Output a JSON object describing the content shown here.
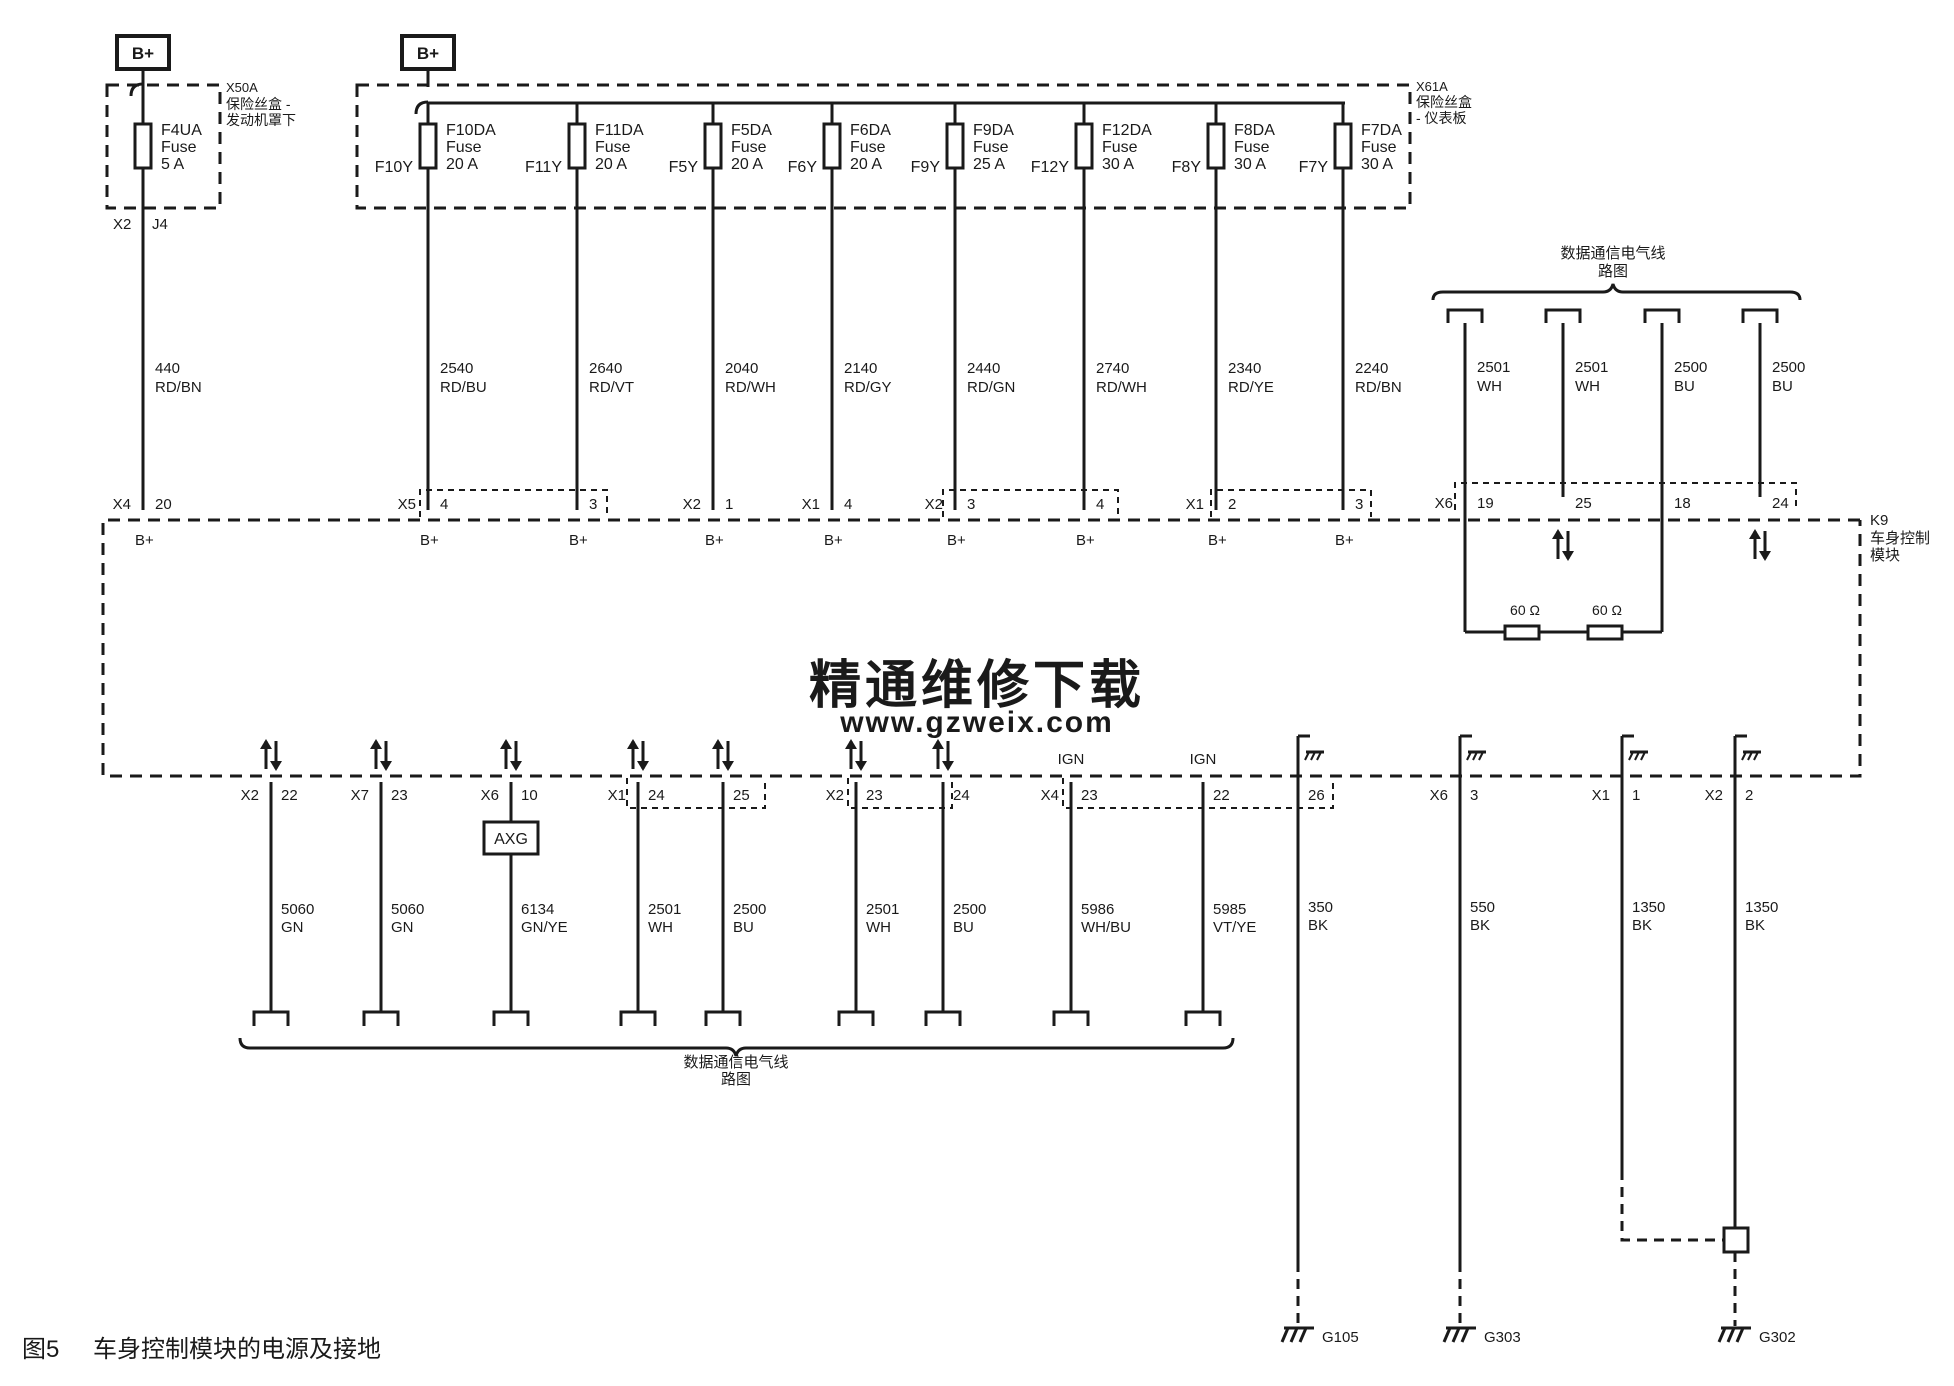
{
  "supplies": [
    {
      "label": "B+"
    },
    {
      "label": "B+"
    }
  ],
  "fuse_block_engine": {
    "name": "X50A",
    "desc1": "保险丝盒 -",
    "desc2": "发动机罩下"
  },
  "fuse_block_ip": {
    "name": "X61A",
    "desc1": "保险丝盒",
    "desc2": "- 仪表板"
  },
  "fuses": [
    {
      "name": "F4UA",
      "type": "Fuse",
      "rating": "5 A",
      "ylabel": "",
      "conn_top": "X2",
      "pin_top": "J4",
      "circuit": "440",
      "color": "RD/BN",
      "conn": "X4",
      "pin": "20",
      "mod_label": "B+"
    },
    {
      "name": "F10DA",
      "type": "Fuse",
      "rating": "20 A",
      "ylabel": "F10Y",
      "circuit": "2540",
      "color": "RD/BU",
      "conn": "X5",
      "pin": "4",
      "mod_label": "B+"
    },
    {
      "name": "F11DA",
      "type": "Fuse",
      "rating": "20 A",
      "ylabel": "F11Y",
      "circuit": "2640",
      "color": "RD/VT",
      "conn": "",
      "pin": "3",
      "mod_label": "B+"
    },
    {
      "name": "F5DA",
      "type": "Fuse",
      "rating": "20 A",
      "ylabel": "F5Y",
      "circuit": "2040",
      "color": "RD/WH",
      "conn": "X2",
      "pin": "1",
      "mod_label": "B+"
    },
    {
      "name": "F6DA",
      "type": "Fuse",
      "rating": "20 A",
      "ylabel": "F6Y",
      "circuit": "2140",
      "color": "RD/GY",
      "conn": "X1",
      "pin": "4",
      "mod_label": "B+"
    },
    {
      "name": "F9DA",
      "type": "Fuse",
      "rating": "25 A",
      "ylabel": "F9Y",
      "circuit": "2440",
      "color": "RD/GN",
      "conn": "X2",
      "pin": "3",
      "mod_label": "B+"
    },
    {
      "name": "F12DA",
      "type": "Fuse",
      "rating": "30 A",
      "ylabel": "F12Y",
      "circuit": "2740",
      "color": "RD/WH",
      "conn": "",
      "pin": "4",
      "mod_label": "B+"
    },
    {
      "name": "F8DA",
      "type": "Fuse",
      "rating": "30 A",
      "ylabel": "F8Y",
      "circuit": "2340",
      "color": "RD/YE",
      "conn": "X1",
      "pin": "2",
      "mod_label": "B+"
    },
    {
      "name": "F7DA",
      "type": "Fuse",
      "rating": "30 A",
      "ylabel": "F7Y",
      "circuit": "2240",
      "color": "RD/BN",
      "conn": "",
      "pin": "3",
      "mod_label": "B+"
    }
  ],
  "top_data_ref": {
    "line1": "数据通信电气线",
    "line2": "路图"
  },
  "top_data_lines": [
    {
      "circuit": "2501",
      "color": "WH",
      "conn": "X6",
      "pin": "19"
    },
    {
      "circuit": "2501",
      "color": "WH",
      "conn": "",
      "pin": "25"
    },
    {
      "circuit": "2500",
      "color": "BU",
      "conn": "",
      "pin": "18"
    },
    {
      "circuit": "2500",
      "color": "BU",
      "conn": "",
      "pin": "24"
    }
  ],
  "resistors": [
    {
      "label": "60 Ω"
    },
    {
      "label": "60 Ω"
    }
  ],
  "module": {
    "name": "K9",
    "desc1": "车身控制",
    "desc2": "模块"
  },
  "bottom_lines": [
    {
      "conn": "X2",
      "pin": "22",
      "circuit": "5060",
      "color": "GN",
      "sig": "arrows"
    },
    {
      "conn": "X7",
      "pin": "23",
      "circuit": "5060",
      "color": "GN",
      "sig": "arrows"
    },
    {
      "conn": "X6",
      "pin": "10",
      "circuit": "6134",
      "color": "GN/YE",
      "sig": "arrows"
    },
    {
      "conn": "X1",
      "pin": "24",
      "circuit": "2501",
      "color": "WH",
      "sig": "arrows"
    },
    {
      "conn": "",
      "pin": "25",
      "circuit": "2500",
      "color": "BU",
      "sig": "arrows"
    },
    {
      "conn": "X2",
      "pin": "23",
      "circuit": "2501",
      "color": "WH",
      "sig": "arrows"
    },
    {
      "conn": "",
      "pin": "24",
      "circuit": "2500",
      "color": "BU",
      "sig": "arrows"
    },
    {
      "conn": "X4",
      "pin": "23",
      "circuit": "5986",
      "color": "WH/BU",
      "sig": "IGN"
    },
    {
      "conn": "",
      "pin": "22",
      "circuit": "5985",
      "color": "VT/YE",
      "sig": "IGN"
    }
  ],
  "axg_label": "AXG",
  "bottom_data_ref": {
    "line1": "数据通信电气线",
    "line2": "路图"
  },
  "ground_lines": [
    {
      "conn": "",
      "pin": "26",
      "circuit": "350",
      "color": "BK",
      "ground": "G105"
    },
    {
      "conn": "X6",
      "pin": "3",
      "circuit": "550",
      "color": "BK",
      "ground": "G303"
    },
    {
      "conn": "X1",
      "pin": "1",
      "circuit": "1350",
      "color": "BK",
      "ground": ""
    },
    {
      "conn": "X2",
      "pin": "2",
      "circuit": "1350",
      "color": "BK",
      "ground": "G302"
    }
  ],
  "watermark": {
    "line1": "精通维修下载",
    "line2": "www.gzweix.com"
  },
  "caption": {
    "fig": "图5",
    "text": "车身控制模块的电源及接地"
  },
  "colors": {
    "ink": "#1a1a1a",
    "watermark": "#f2b98a",
    "background": "#ffffff"
  }
}
